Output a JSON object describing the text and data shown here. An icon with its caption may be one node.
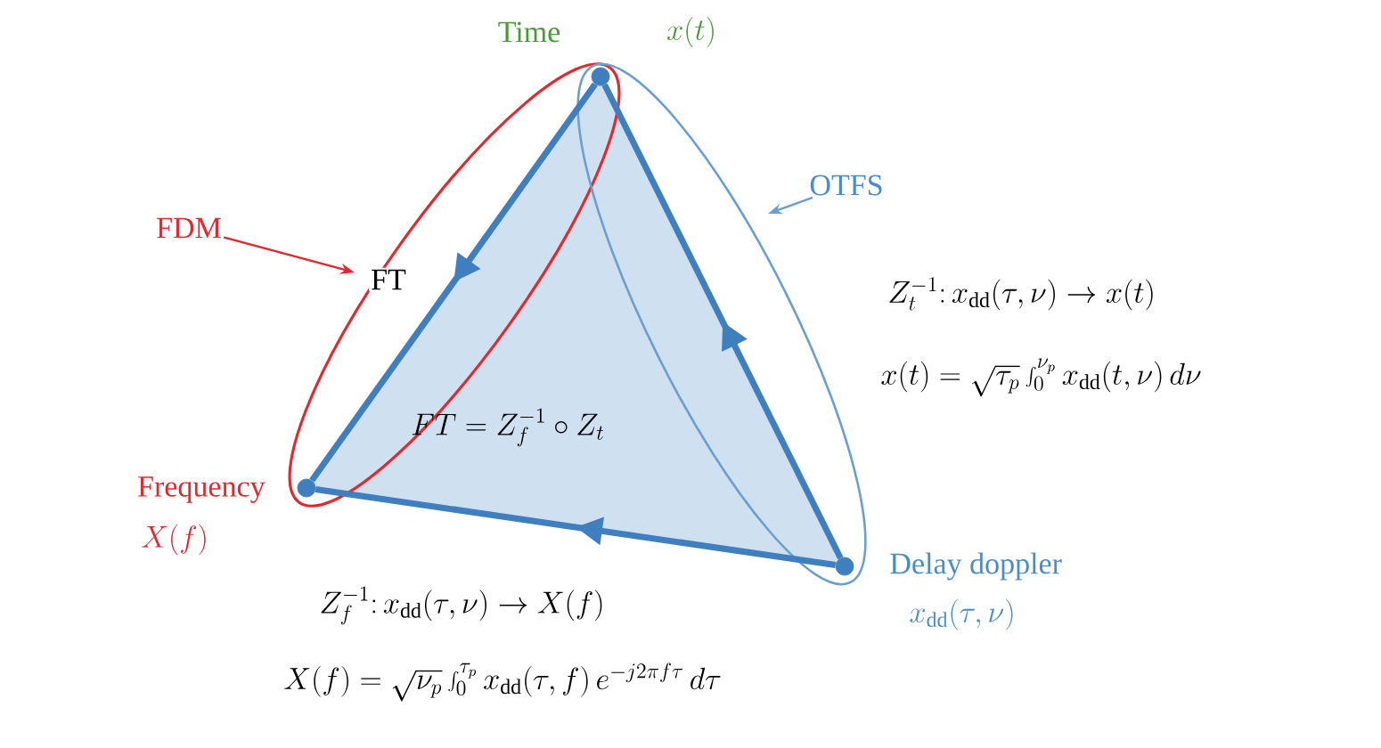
{
  "diagram": {
    "nodes": [
      {
        "text": [],
        "shape": "circle",
        "beside": [
          "Time",
          "x(t)"
        ]
      },
      {
        "text": [],
        "shape": "circle",
        "beside": [
          "Frequency",
          "X(f)"
        ]
      },
      {
        "text": [],
        "shape": "circle",
        "beside": [
          "Delay doppler",
          "x_{\\mathrm{dd}}(\\tau,\\nu)"
        ]
      },
      {
        "text": [
          "FDM"
        ]
      },
      {
        "text": [
          "OTFS"
        ]
      }
    ],
    "edges": [
      {
        "from": 0,
        "to": 1,
        "arrow": "to",
        "label": "FT"
      },
      {
        "from": 2,
        "to": 0,
        "arrow": "to"
      },
      {
        "from": 2,
        "to": 1,
        "arrow": "to"
      },
      {
        "from": 3,
        "to": null,
        "arrow": "to",
        "color": "#e02a30"
      },
      {
        "from": 4,
        "to": null,
        "arrow": "to",
        "color": "#6a9fd0"
      }
    ],
    "labels": [
      "FT = Z_f^{-1}\\circ Z_t",
      "Z_t^{-1}\\colon x_{\\mathrm{dd}}(\\tau,\\nu)\\rightarrow x(t)",
      "x(t)=\\sqrt{\\tau_p}\\int_0^{\\nu_p} x_{\\mathrm{dd}}(t,\\nu)\\,d\\nu",
      "Z_f^{-1}\\colon x_{\\mathrm{dd}}(\\tau,\\nu)\\rightarrow X(f)",
      "X(f)=\\sqrt{\\nu_p}\\int_0^{\\tau_p}x_{\\mathrm{dd}}(\\tau,f)\\,e^{-j2\\pi f\\tau}\\,d\\tau"
    ]
  }
}
